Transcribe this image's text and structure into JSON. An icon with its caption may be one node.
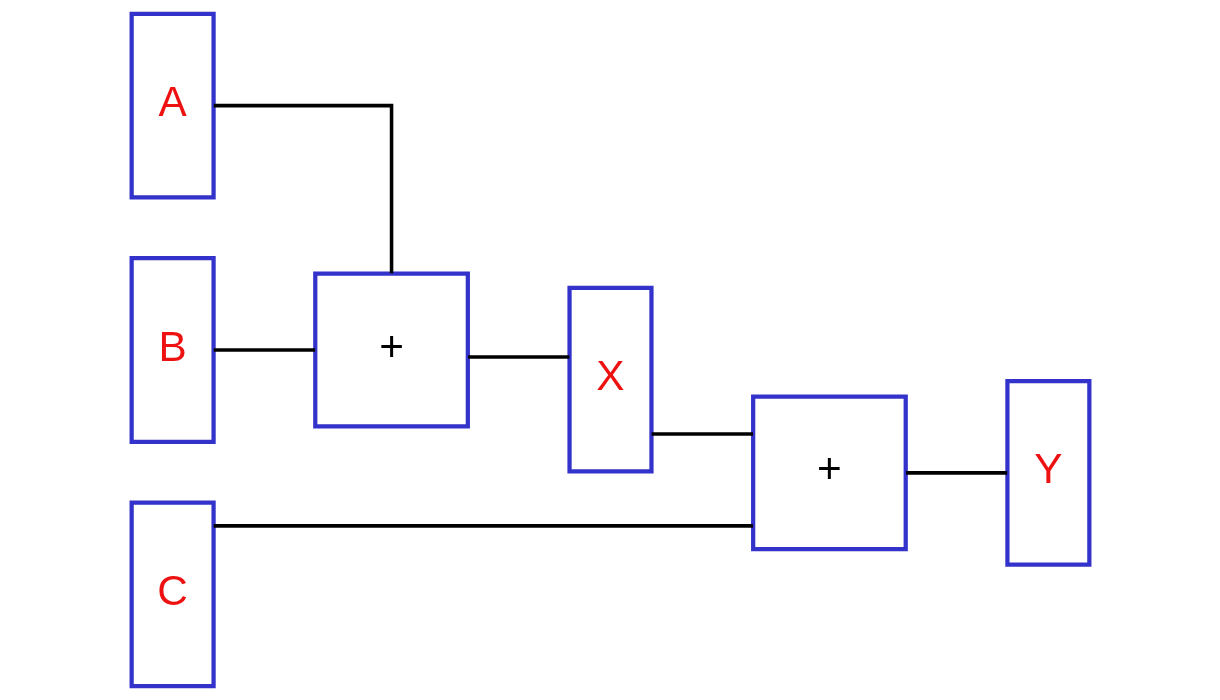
{
  "diagram": {
    "nodes": [
      {
        "text": [
          "A"
        ]
      },
      {
        "text": [
          "B"
        ]
      },
      {
        "text": [
          "C"
        ]
      },
      {
        "text": [
          "+"
        ]
      },
      {
        "text": [
          "X"
        ]
      },
      {
        "text": [
          "+"
        ]
      },
      {
        "text": [
          "Y"
        ]
      }
    ],
    "edges": [
      {
        "from": 0,
        "to": 3,
        "arrow": "none"
      },
      {
        "from": 1,
        "to": 3,
        "arrow": "none"
      },
      {
        "from": 3,
        "to": 4,
        "arrow": "none"
      },
      {
        "from": 4,
        "to": 5,
        "arrow": "none"
      },
      {
        "from": 2,
        "to": 5,
        "arrow": "none"
      },
      {
        "from": 5,
        "to": 6,
        "arrow": "none"
      }
    ]
  }
}
